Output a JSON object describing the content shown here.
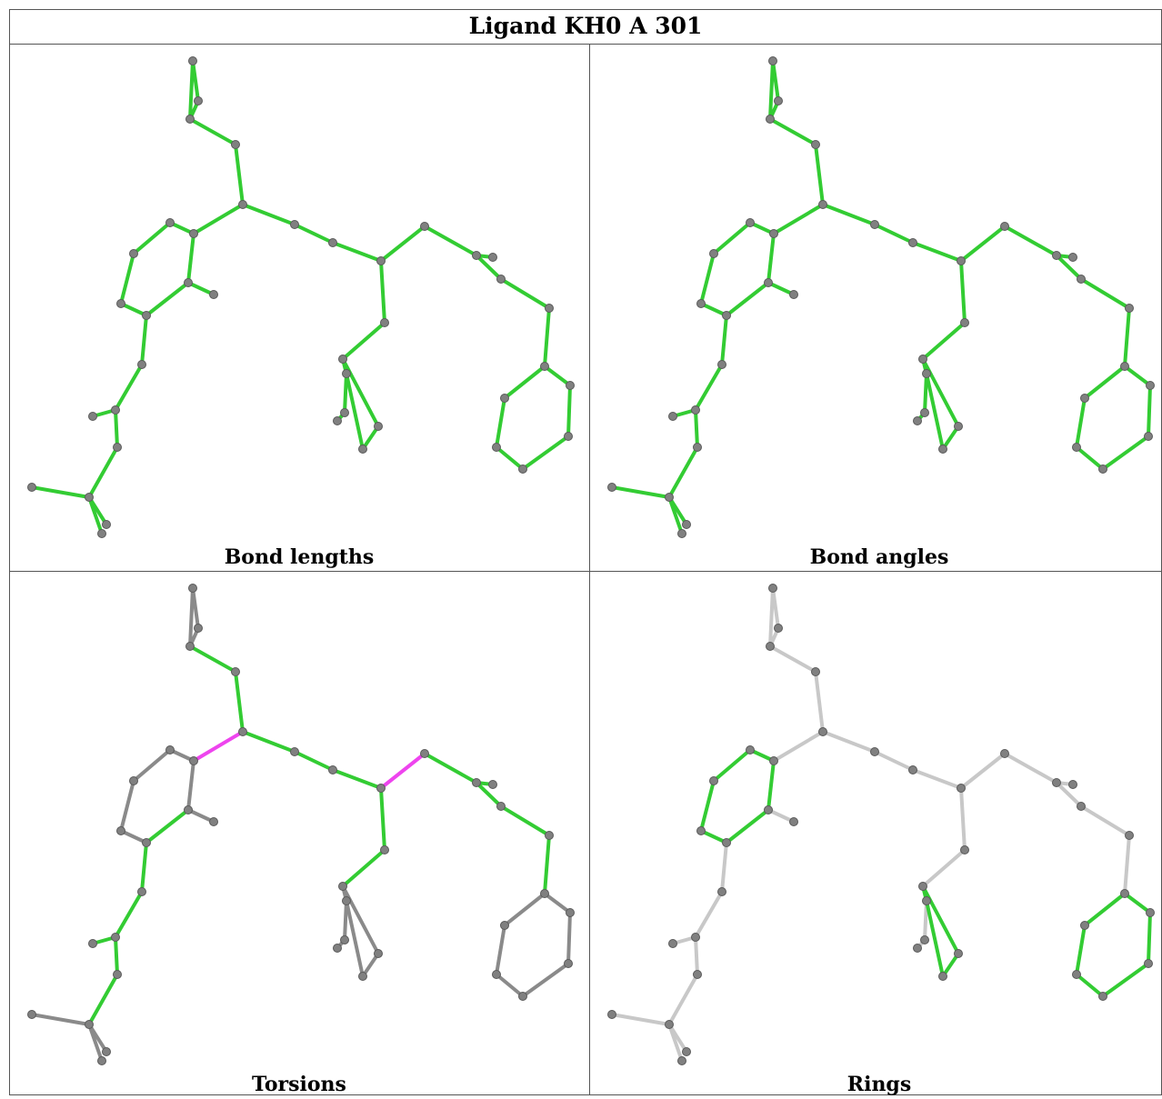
{
  "title": "Ligand KH0 A 301",
  "panels": [
    {
      "id": "bond-lengths",
      "caption": "Bond lengths"
    },
    {
      "id": "bond-angles",
      "caption": "Bond angles"
    },
    {
      "id": "torsions",
      "caption": "Torsions"
    },
    {
      "id": "rings",
      "caption": "Rings"
    }
  ],
  "colors": {
    "ok": "#33cc33",
    "outlier": "#ee44ee",
    "unassessed": "#c8c8c8",
    "atom": "#808080",
    "grid": "#555555"
  }
}
